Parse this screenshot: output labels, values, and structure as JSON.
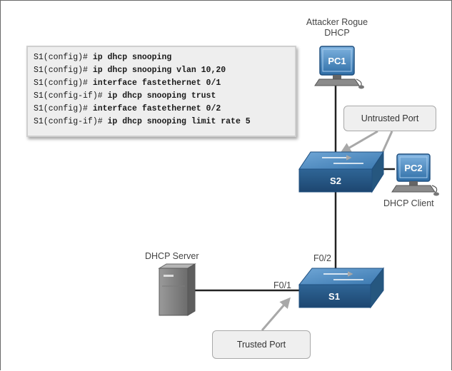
{
  "config": {
    "lines": [
      {
        "prompt": "S1(config)#",
        "command": "ip dhcp snooping"
      },
      {
        "prompt": "S1(config)#",
        "command": "ip dhcp snooping vlan 10,20"
      },
      {
        "prompt": "S1(config)#",
        "command": "interface fastethernet 0/1"
      },
      {
        "prompt": "S1(config-if)#",
        "command": "ip dhcp snooping trust"
      },
      {
        "prompt": "S1(config)#",
        "command": "interface fastethernet 0/2"
      },
      {
        "prompt": "S1(config-if)#",
        "command": "ip dhcp snooping limit rate 5"
      }
    ]
  },
  "devices": {
    "pc1": {
      "name": "PC1",
      "caption_line1": "Attacker Rogue",
      "caption_line2": "DHCP"
    },
    "pc2": {
      "name": "PC2",
      "caption": "DHCP Client"
    },
    "s1": {
      "name": "S1"
    },
    "s2": {
      "name": "S2"
    },
    "server": {
      "caption": "DHCP Server"
    }
  },
  "ports": {
    "s1_uplink": "F0/2",
    "s1_server": "F0/1"
  },
  "callouts": {
    "untrusted": "Untrusted Port",
    "trusted": "Trusted Port"
  },
  "colors": {
    "device_blue": "#3f7fb7",
    "device_blue_light": "#6fa6d6",
    "device_blue_dark": "#1f4f7f",
    "server_gray": "#8a8a8a",
    "link": "#222222",
    "arrow": "#a8a8a8"
  }
}
